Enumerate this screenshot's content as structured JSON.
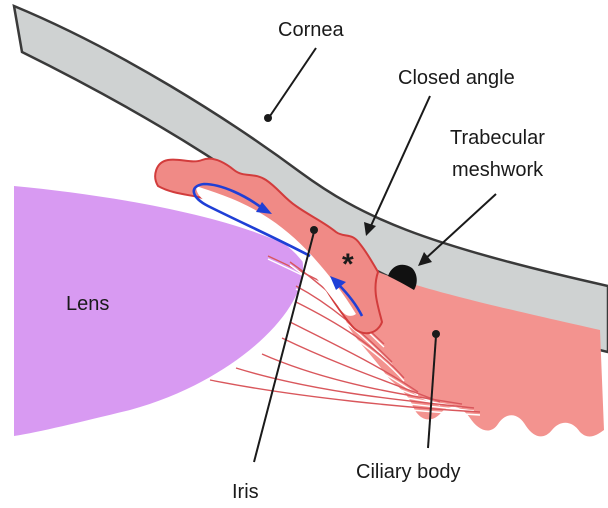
{
  "labels": {
    "cornea": "Cornea",
    "closed_angle": "Closed angle",
    "trabecular_line1": "Trabecular",
    "trabecular_line2": "meshwork",
    "lens": "Lens",
    "iris": "Iris",
    "ciliary_body": "Ciliary body",
    "asterisk": "*"
  },
  "colors": {
    "cornea_fill": "#cfd2d2",
    "cornea_stroke": "#3a3a3a",
    "lens_fill": "#d89af2",
    "iris_fill": "#f08a86",
    "iris_stroke": "#d23c3c",
    "ciliary_fill": "#f3938f",
    "flow_arrow": "#1f3fd6",
    "meshwork": "#111111"
  }
}
